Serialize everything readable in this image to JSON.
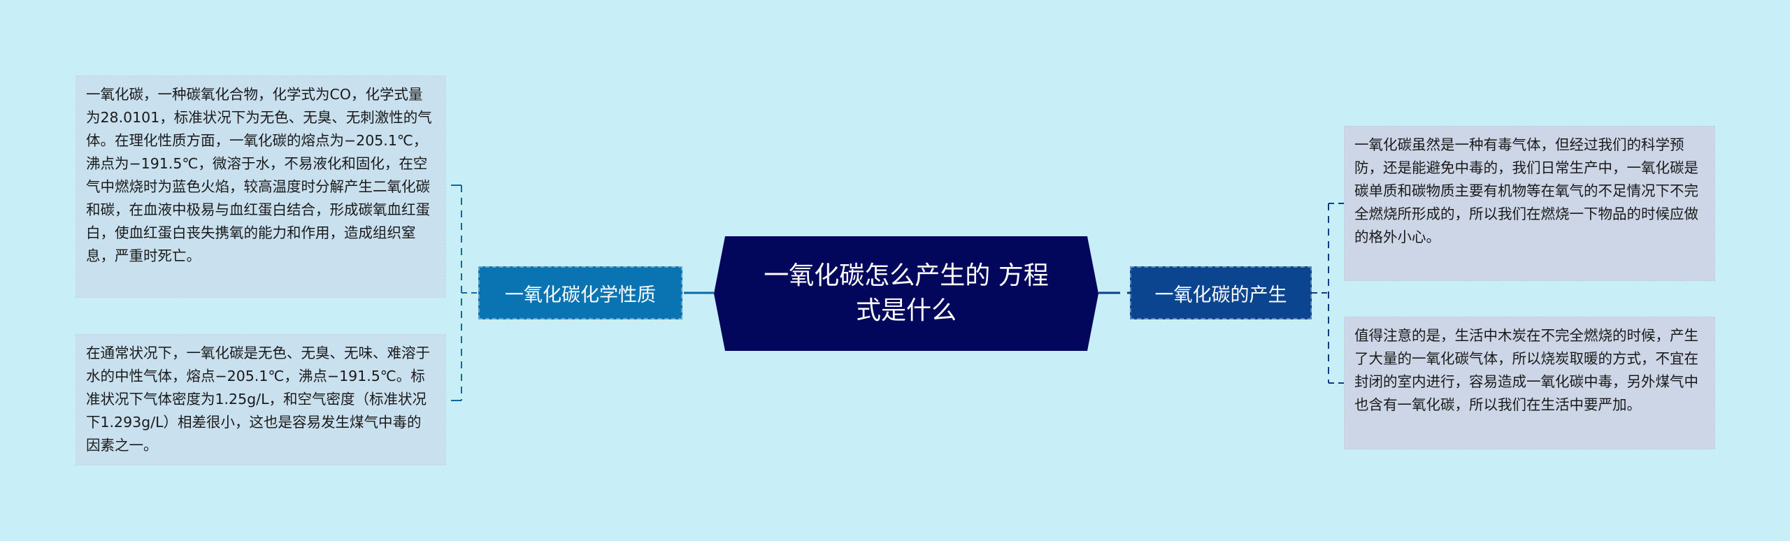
{
  "colors": {
    "background": "#c8eff8",
    "center_node": "#03075c",
    "left_branch": "#0a74b2",
    "right_branch": "#0b4590",
    "left_leaf_bg": "#c9e0ef",
    "right_leaf_bg": "#cdd6e6",
    "left_connector": "#0a6aa6",
    "right_connector": "#0b3f82"
  },
  "center": {
    "title": "一氧化碳怎么产生的 方程式是什么"
  },
  "left_branch": {
    "label": "一氧化碳化学性质",
    "children": [
      {
        "text": "一氧化碳，一种碳氧化合物，化学式为CO，化学式量为28.0101，标准状况下为无色、无臭、无刺激性的气体。在理化性质方面，一氧化碳的熔点为−205.1℃，沸点为−191.5℃，微溶于水，不易液化和固化，在空气中燃烧时为蓝色火焰，较高温度时分解产生二氧化碳和碳，在血液中极易与血红蛋白结合，形成碳氧血红蛋白，使血红蛋白丧失携氧的能力和作用，造成组织窒息，严重时死亡。"
      },
      {
        "text": "在通常状况下，一氧化碳是无色、无臭、无味、难溶于水的中性气体，熔点−205.1℃，沸点−191.5℃。标准状况下气体密度为1.25g/L，和空气密度（标准状况下1.293g/L）相差很小，这也是容易发生煤气中毒的因素之一。"
      }
    ]
  },
  "right_branch": {
    "label": "一氧化碳的产生",
    "children": [
      {
        "text": "一氧化碳虽然是一种有毒气体，但经过我们的科学预防，还是能避免中毒的，我们日常生产中，一氧化碳是碳单质和碳物质主要有机物等在氧气的不足情况下不完全燃烧所形成的，所以我们在燃烧一下物品的时候应做的格外小心。"
      },
      {
        "text": "值得注意的是，生活中木炭在不完全燃烧的时候，产生了大量的一氧化碳气体，所以烧炭取暖的方式，不宜在封闭的室内进行，容易造成一氧化碳中毒，另外煤气中也含有一氧化碳，所以我们在生活中要严加。"
      }
    ]
  }
}
